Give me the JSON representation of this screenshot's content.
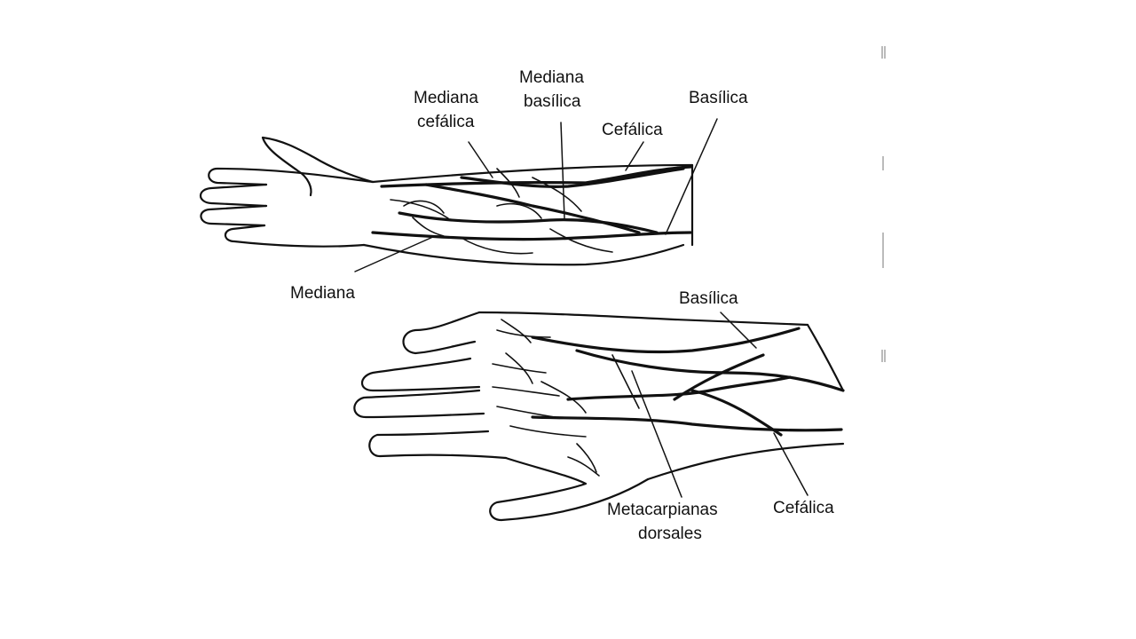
{
  "labels": {
    "forearm": {
      "mediana_cefalica": [
        "Mediana",
        "cefálica"
      ],
      "mediana_basilica": [
        "Mediana",
        "basílica"
      ],
      "cefalica": "Cefálica",
      "basilica": "Basílica",
      "mediana": "Mediana"
    },
    "hand": {
      "basilica": "Basílica",
      "metacarpianas": [
        "Metacarpianas",
        "dorsales"
      ],
      "cefalica": "Cefálica"
    }
  }
}
